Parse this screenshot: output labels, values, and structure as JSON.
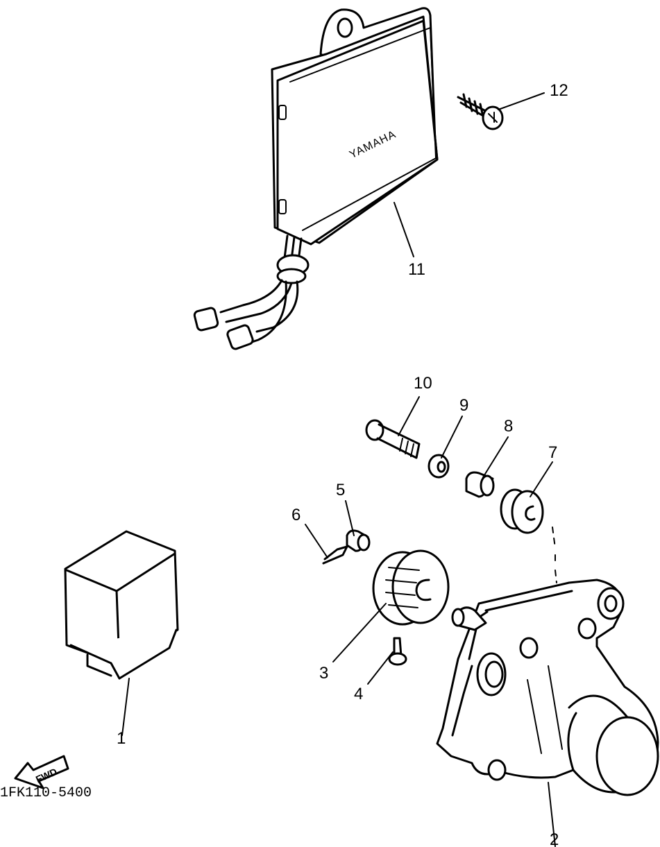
{
  "diagram": {
    "parts": [
      {
        "id": "part-1",
        "number": "1"
      },
      {
        "id": "part-2",
        "number": "2"
      },
      {
        "id": "part-3",
        "number": "3"
      },
      {
        "id": "part-4",
        "number": "4"
      },
      {
        "id": "part-5",
        "number": "5"
      },
      {
        "id": "part-6",
        "number": "6"
      },
      {
        "id": "part-7",
        "number": "7"
      },
      {
        "id": "part-8",
        "number": "8"
      },
      {
        "id": "part-9",
        "number": "9"
      },
      {
        "id": "part-10",
        "number": "10"
      },
      {
        "id": "part-11",
        "number": "11"
      },
      {
        "id": "part-12",
        "number": "12"
      }
    ],
    "brand_text": "YAMAHA",
    "direction_arrow": "FWD",
    "diagram_code": "1FK110-5400"
  }
}
